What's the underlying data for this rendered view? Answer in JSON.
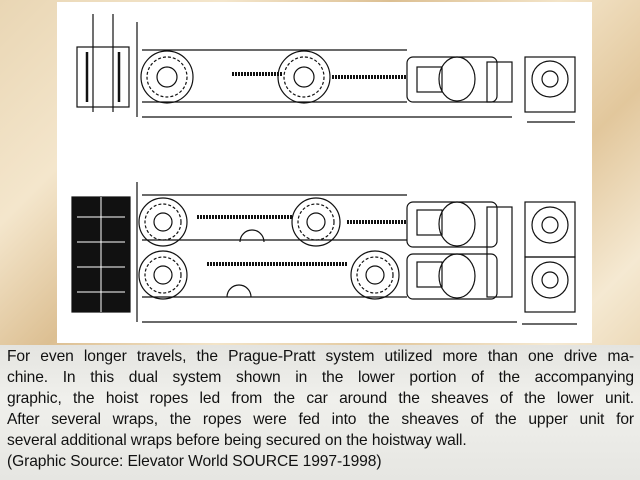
{
  "caption": {
    "lines": [
      "For even longer travels, the Prague-Pratt system utilized more than one drive ma-",
      "chine. In this dual system shown in the lower portion of the accompanying",
      "graphic, the hoist ropes led from the car around the sheaves of the lower unit.",
      "After several wraps, the ropes were fed into the sheaves of the upper unit for",
      "several additional wraps before being secured on the hoistway wall."
    ],
    "source": "(Graphic Source: Elevator World SOURCE 1997-1998)"
  }
}
